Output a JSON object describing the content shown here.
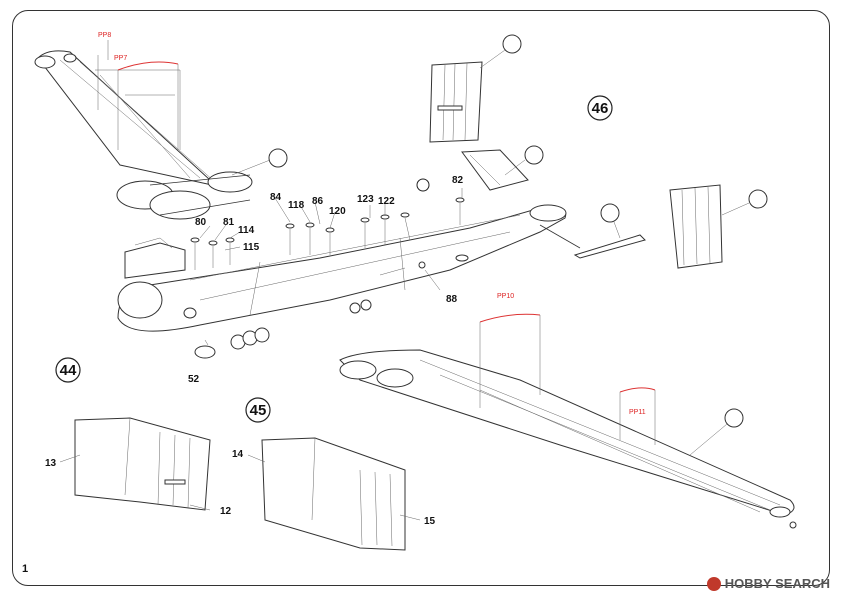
{
  "steps": [
    {
      "id": "step-44",
      "label": "44"
    },
    {
      "id": "step-45",
      "label": "45"
    },
    {
      "id": "step-46",
      "label": "46"
    }
  ],
  "part_numbers": {
    "p80": "80",
    "p81": "81",
    "p114": "114",
    "p115": "115",
    "p84": "84",
    "p118": "118",
    "p86": "86",
    "p120": "120",
    "p123": "123",
    "p122": "122",
    "p82": "82",
    "p88": "88",
    "p52": "52",
    "p13": "13",
    "p12": "12",
    "p14": "14",
    "p15": "15"
  },
  "pp_labels": {
    "pp8": "PP8",
    "pp7": "PP7",
    "pp10": "PP10",
    "pp11": "PP11"
  },
  "page_mark": "1",
  "watermark": "HOBBY SEARCH",
  "colors": {
    "line": "#333333",
    "red_part": "#dd3333",
    "background": "#ffffff"
  }
}
